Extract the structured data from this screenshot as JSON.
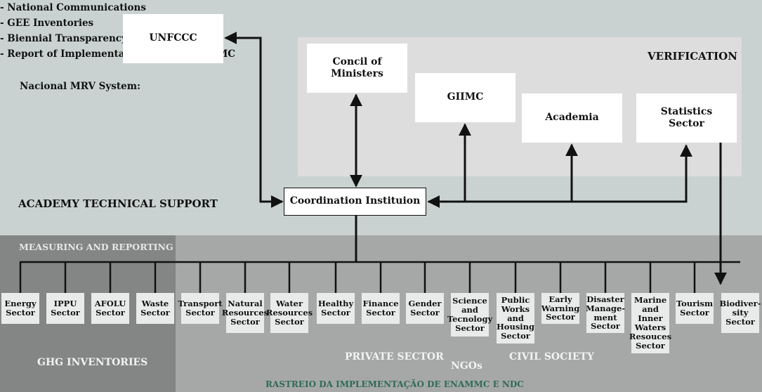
{
  "labels": {
    "unfccc": "UNFCCC",
    "verification": "VERIFICATION",
    "academy_support": "ACADEMY TECHNICAL SUPPORT",
    "measuring_reporting": "MEASURING AND REPORTING",
    "ghg_inventories": "GHG INVENTORIES",
    "private_sector": "PRIVATE SECTOR",
    "ngos": "NGOs",
    "civil_society": "CIVIL SOCIETY",
    "tracking": "RASTREIO DA IMPLEMENTAÇÃO DE ENAMMC E NDC"
  },
  "mrv": {
    "title": "Nacional MRV System:",
    "items": [
      "- National Communications",
      "- GEE Inventories",
      "- Biennial Transparency Reports",
      "- Report of Implementation of the ENAMMC"
    ]
  },
  "verification_bodies": {
    "ministers": "Concil of Ministers",
    "giimc": "GIIMC",
    "academia": "Academia",
    "statistics": "Statistics Sector"
  },
  "coordination": "Coordination Instituion",
  "sectors": [
    "Energy Sector",
    "IPPU Sector",
    "AFOLU Sector",
    "Waste Sector",
    "Transport Sector",
    "Natural Resources Sector",
    "Water Resources Sector",
    "Healthy Sector",
    "Finance Sector",
    "Gender Sector",
    "Science and Tecnology Sector",
    "Public Works and Housing Sector",
    "Early Warning Sector",
    "Disaster Manage-ment Sector",
    "Marine and Inner Waters Resouces Sector",
    "Tourism Sector",
    "Biodiver-sity Sector"
  ],
  "colors": {
    "background_top": "#c9d2d0",
    "verification_panel": "#dcdddc",
    "band_lower": "#a6a8a7",
    "band_left": "#848685",
    "tracking_text": "#2e6b58",
    "band_heading_text": "#e6e6e6"
  }
}
